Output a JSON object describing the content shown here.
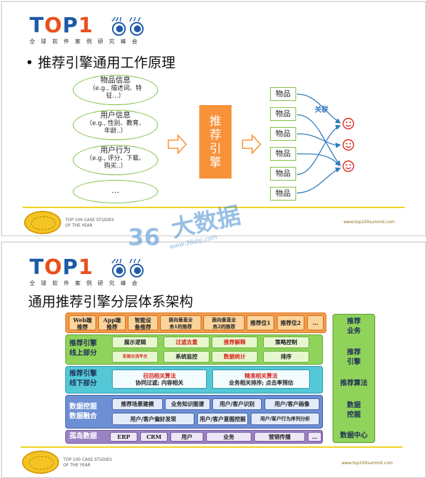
{
  "brand": {
    "wordmark": [
      "T",
      "O",
      "P",
      "1"
    ],
    "subtitle": "全 球 软 件 案 例 研 究 峰 会",
    "footer_left_line1": "TOP 100 CASE STUDIES",
    "footer_left_line2": "OF THE YEAR",
    "footer_url": "www.top100summit.com"
  },
  "watermark": {
    "number": "36",
    "cn": "大数据",
    "url": "www.36dsj.com"
  },
  "colors": {
    "accent_orange": "#f7923a",
    "accent_green": "#7cbf3f",
    "logo_blue": "#1d5aa8",
    "logo_red": "#e94f1d",
    "footer_gold": "#f0d21e"
  },
  "slide1": {
    "title": "• 推荐引擎通用工作原理",
    "inputs": [
      {
        "head": "物品信息",
        "body1": "（e.g., 描述词、特",
        "body2": "征…）"
      },
      {
        "head": "用户信息",
        "body1": "（e.g., 性别、教育、",
        "body2": "年龄..）"
      },
      {
        "head": "用户行为",
        "body1": "（e.g., 评分、下载、",
        "body2": "购买..）"
      },
      {
        "head": "…",
        "body1": "",
        "body2": ""
      }
    ],
    "engine": [
      "推",
      "荐",
      "引",
      "擎"
    ],
    "items": [
      "物品",
      "物品",
      "物品",
      "物品",
      "物品",
      "物品"
    ],
    "assoc_label": "关联",
    "arrow_icon": "right-hollow-arrow-icon",
    "user_icon": "smiley-icon"
  },
  "slide2": {
    "title": "通用推荐引擎分层体系架构",
    "apps": [
      {
        "l1": "Web端",
        "l2": "推荐"
      },
      {
        "l1": "App端",
        "l2": "推荐"
      },
      {
        "l1": "智能设",
        "l2": "备推荐"
      },
      {
        "l1": "面向垂直业",
        "l2": "务1的推荐"
      },
      {
        "l1": "面向垂直业",
        "l2": "务2的推荐"
      },
      {
        "l1": "推荐位1",
        "l2": ""
      },
      {
        "l1": "推荐位2",
        "l2": ""
      },
      {
        "l1": "…",
        "l2": ""
      }
    ],
    "online": {
      "label1": "推荐引擎",
      "label2": "线上部分",
      "cells": [
        "展示逻辑",
        "过滤去重",
        "推荐解释",
        "策略控制",
        "实验分流平台",
        "系统监控",
        "数据统计",
        "排序"
      ]
    },
    "offline": {
      "label1": "推荐引擎",
      "label2": "线下部分",
      "left_title": "召回相关算法",
      "left_body": "协同过滤; 内容相关",
      "right_title": "精准相关算法",
      "right_body": "业务相关排序; 点击率预估"
    },
    "mining": {
      "label1": "数据挖掘",
      "label2": "数据融合",
      "row1": [
        "推荐场景建模",
        "业务知识图谱",
        "用户/客户识别",
        "用户/客户画像"
      ],
      "row2": [
        "用户/客户偏好发现",
        "用户/客户意图挖掘",
        "用户/客户行为序列分析"
      ]
    },
    "island": {
      "label": "孤岛数据",
      "cells": [
        "ERP",
        "CRM",
        "用户",
        "业务",
        "营销传播",
        "…"
      ]
    },
    "side": [
      "推荐",
      "业务",
      "推荐",
      "引擎",
      "推荐算法",
      "数据",
      "挖掘",
      "数据中心"
    ]
  }
}
